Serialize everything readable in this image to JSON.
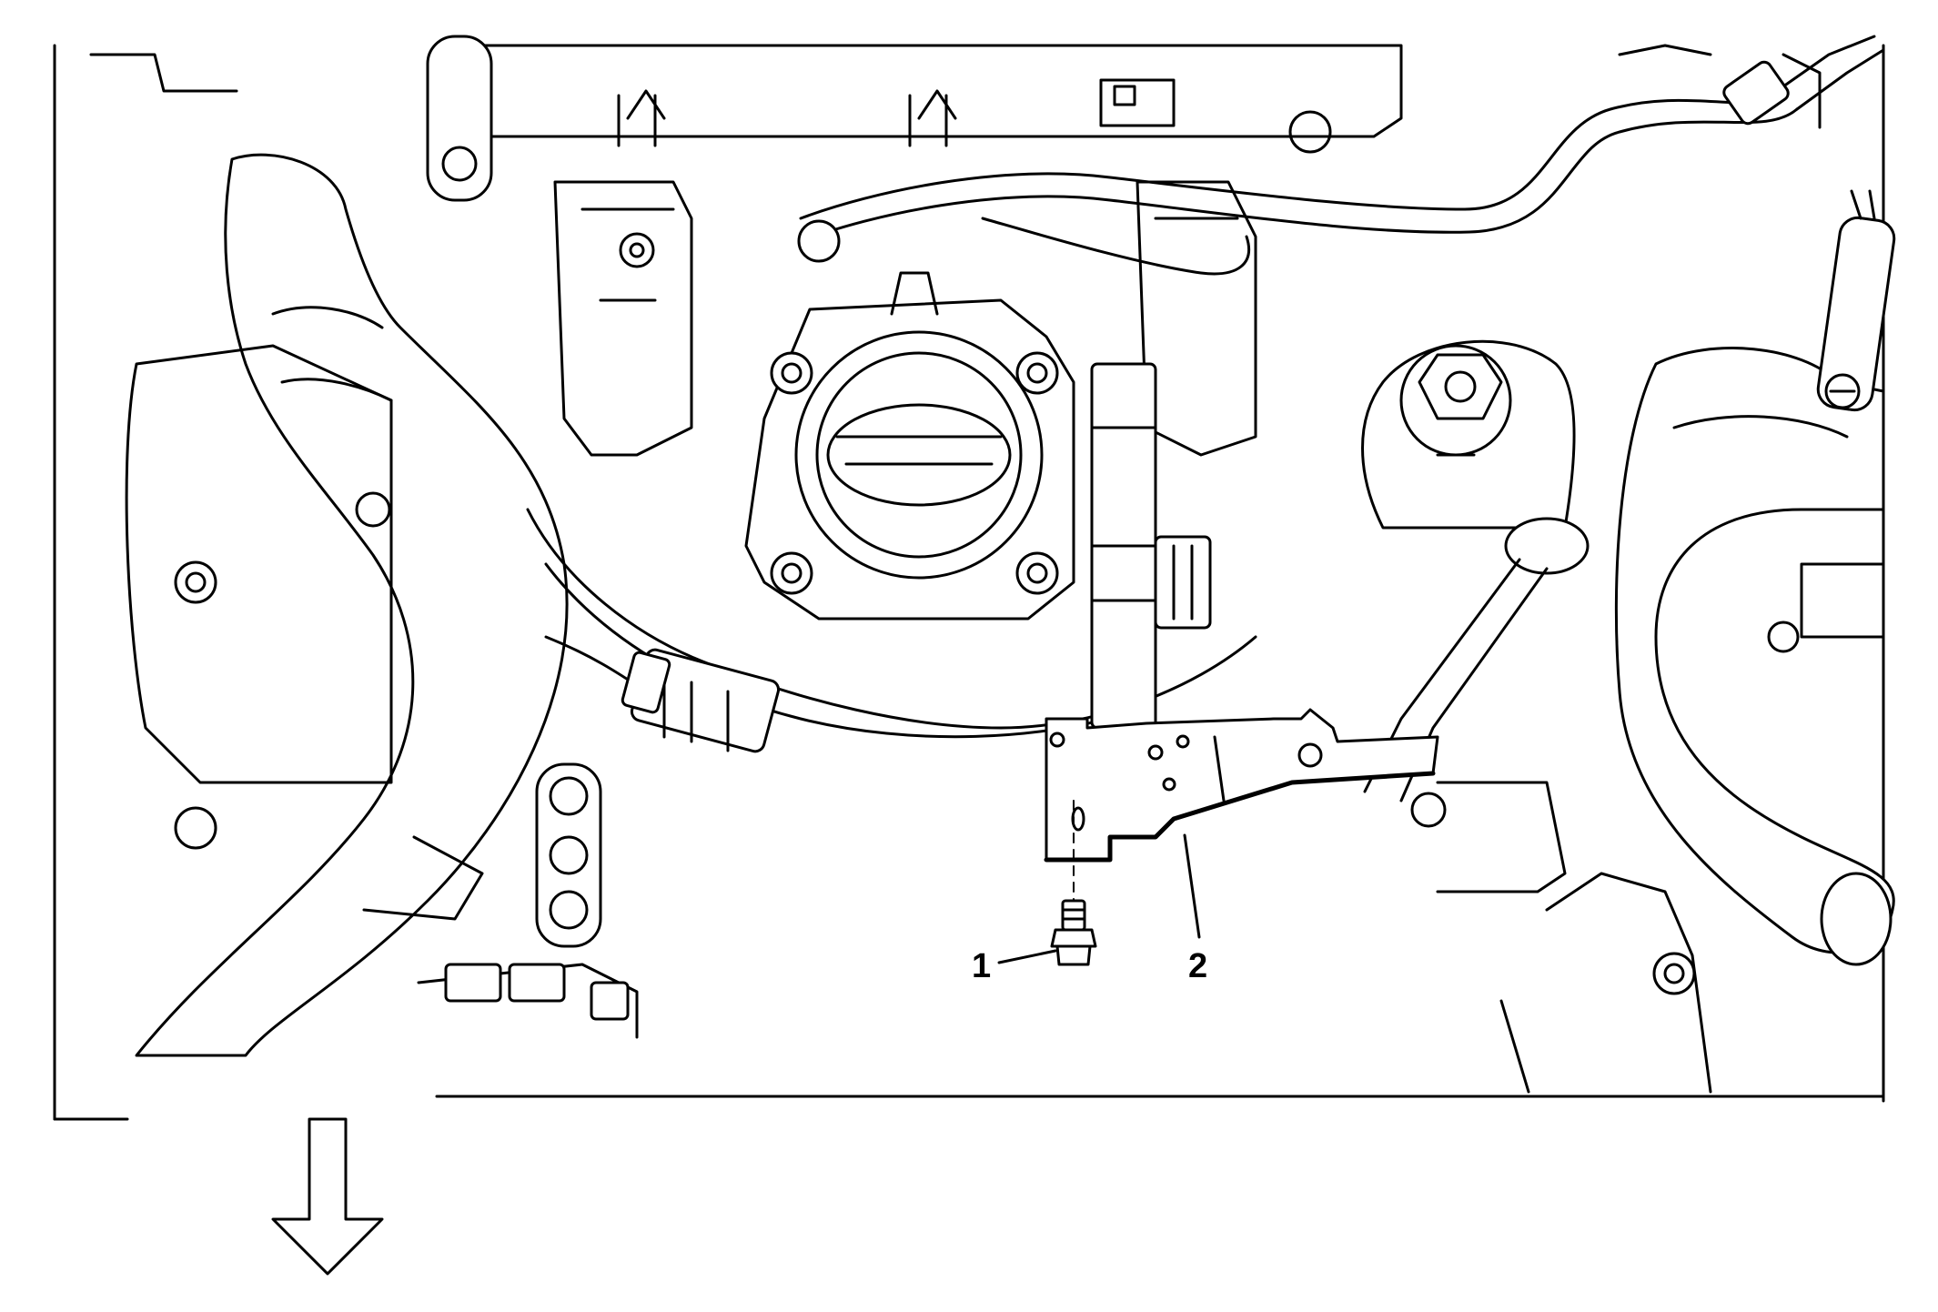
{
  "diagram": {
    "callouts": [
      {
        "id": "1",
        "label": "1"
      },
      {
        "id": "2",
        "label": "2"
      }
    ],
    "arrow_icon": "arrow-down-icon",
    "line_color": "#000000",
    "background_color": "#ffffff"
  }
}
